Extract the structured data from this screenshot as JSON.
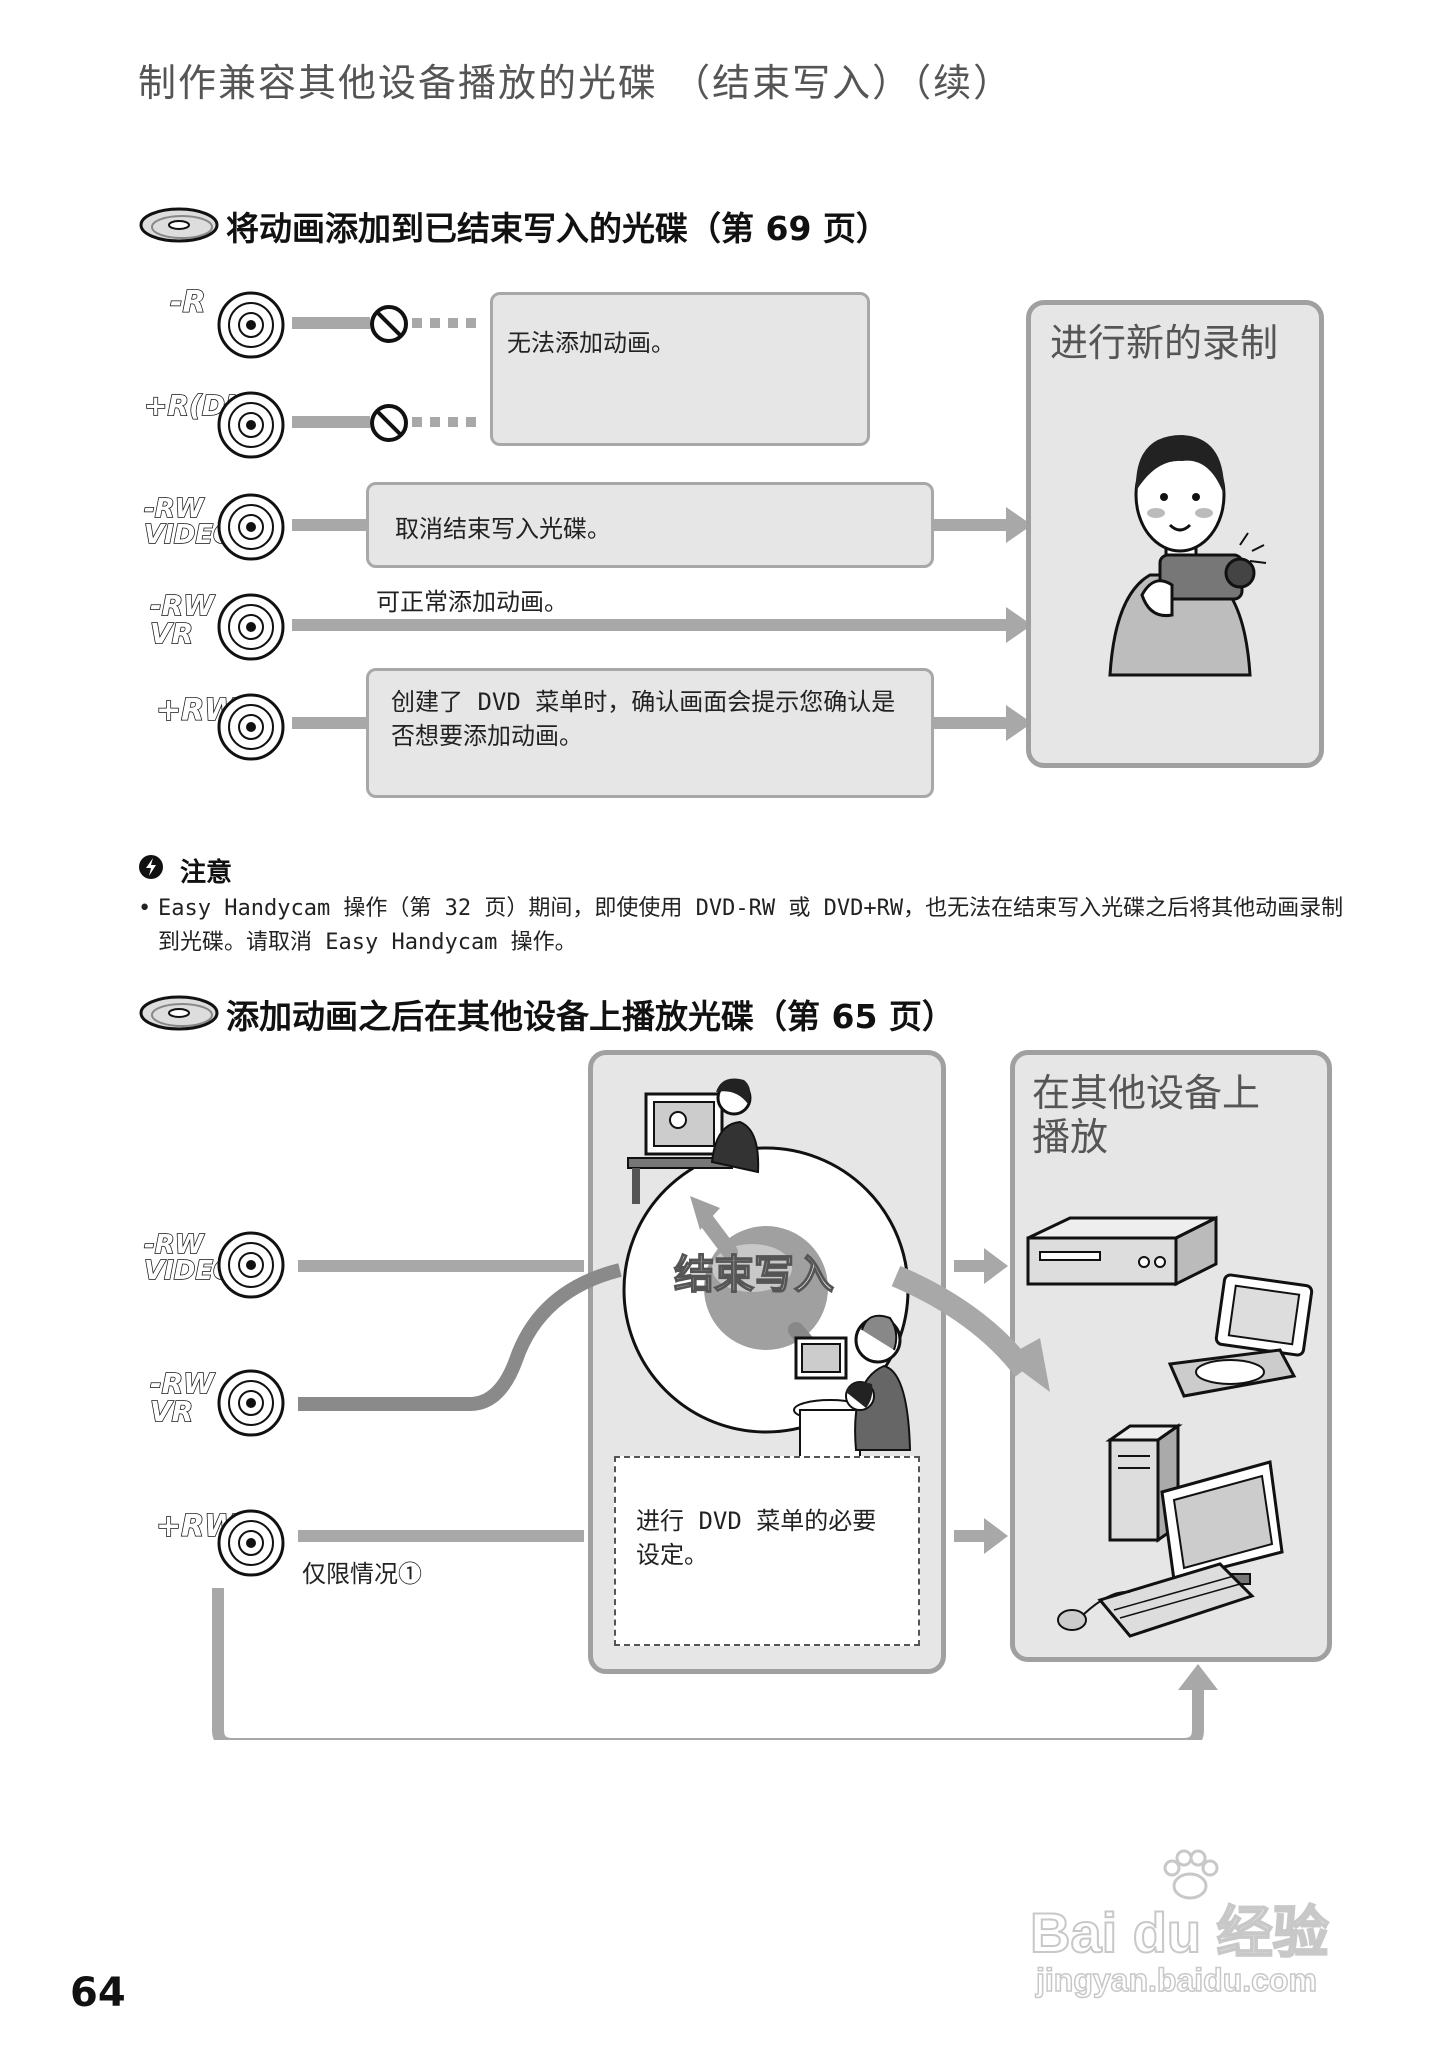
{
  "header": {
    "title": "制作兼容其他设备播放的光碟 （结束写入）（续）"
  },
  "section1": {
    "title": "将动画添加到已结束写入的光碟（第 69 页）",
    "discs": [
      "-R",
      "+R(DL)",
      "-RW VIDEO",
      "-RW VR",
      "+RW"
    ],
    "box_cannot_add": "无法添加动画。",
    "box_unfinalize": "取消结束写入光碟。",
    "text_can_add": "可正常添加动画。",
    "box_dvd_menu": "创建了 DVD 菜单时，确认画面会提示您确认是否想要添加动画。",
    "right_panel_title": "进行新的录制"
  },
  "note": {
    "heading": "注意",
    "bullet": "•",
    "text": "Easy Handycam 操作（第 32 页）期间，即使使用 DVD-RW 或 DVD+RW，也无法在结束写入光碟之后将其他动画录制到光碟。请取消 Easy Handycam 操作。"
  },
  "section2": {
    "title": "添加动画之后在其他设备上播放光碟（第 65 页）",
    "discs": [
      "-RW VIDEO",
      "-RW VR",
      "+RW"
    ],
    "finalize_label": "结束写入",
    "dvd_menu_box": "进行 DVD 菜单的必要设定。",
    "only_case": "仅限情况①",
    "right_panel_title": "在其他设备上播放"
  },
  "footer": {
    "page_number": "64"
  },
  "watermark": {
    "brand": "Bai du 经验",
    "url": "jingyan.baidu.com"
  },
  "colors": {
    "panel_fill": "#e6e6e6",
    "panel_border": "#a0a0a0",
    "arrow": "#a8a8a8",
    "line_dark": "#8a8a8a"
  }
}
